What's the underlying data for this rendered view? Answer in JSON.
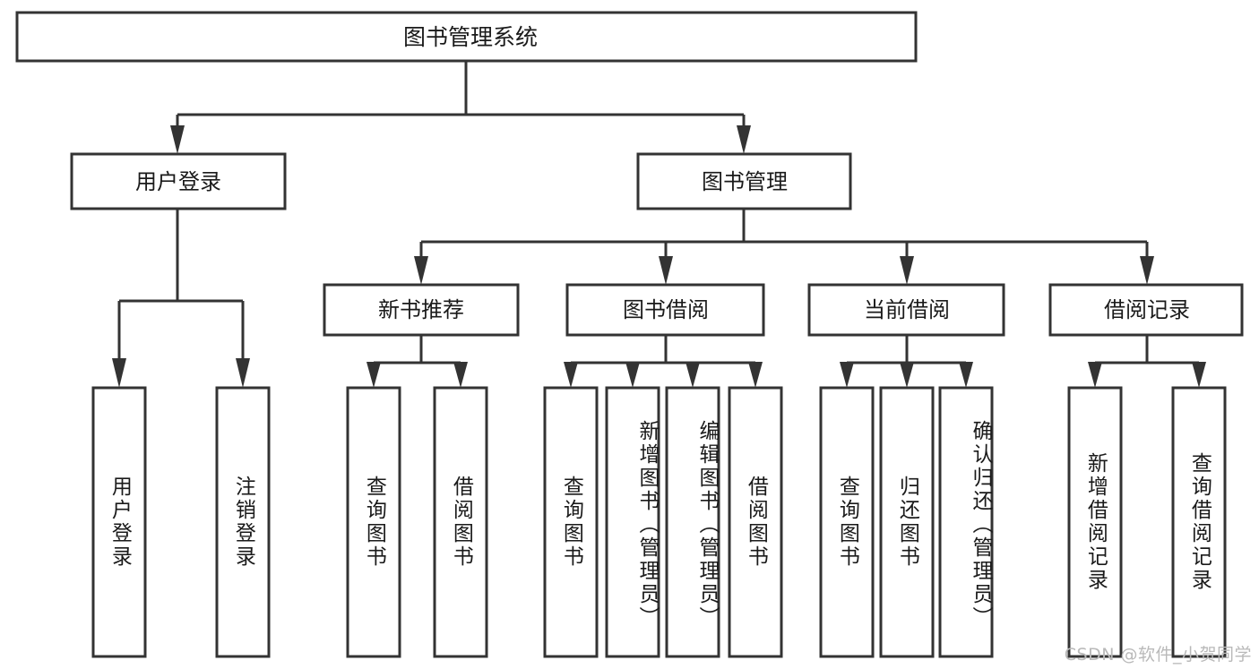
{
  "diagram": {
    "type": "tree-hierarchy",
    "title": "图书管理系统",
    "watermark": "CSDN @软件_小贺同学",
    "colors": {
      "box_stroke": "#333333",
      "box_fill": "#ffffff",
      "connector": "#333333",
      "text": "#1a1a1a",
      "watermark": "#b9b9b9",
      "background": "#ffffff"
    },
    "levels": {
      "root": {
        "label": "图书管理系统"
      },
      "level2": [
        {
          "label": "用户登录"
        },
        {
          "label": "图书管理"
        }
      ],
      "level3": [
        {
          "label": "新书推荐"
        },
        {
          "label": "图书借阅"
        },
        {
          "label": "当前借阅"
        },
        {
          "label": "借阅记录"
        }
      ],
      "leaves": {
        "user_login": [
          {
            "label": "用户登录"
          },
          {
            "label": "注销登录"
          }
        ],
        "new_book_recommend": [
          {
            "label": "查询图书"
          },
          {
            "label": "借阅图书"
          }
        ],
        "book_borrow": [
          {
            "label": "查询图书"
          },
          {
            "label": "新增图书（管理员）"
          },
          {
            "label": "编辑图书（管理员）"
          },
          {
            "label": "借阅图书"
          }
        ],
        "current_borrow": [
          {
            "label": "查询图书"
          },
          {
            "label": "归还图书"
          },
          {
            "label": "确认归还（管理员）"
          }
        ],
        "borrow_record": [
          {
            "label": "新增借阅记录"
          },
          {
            "label": "查询借阅记录"
          }
        ]
      }
    }
  }
}
